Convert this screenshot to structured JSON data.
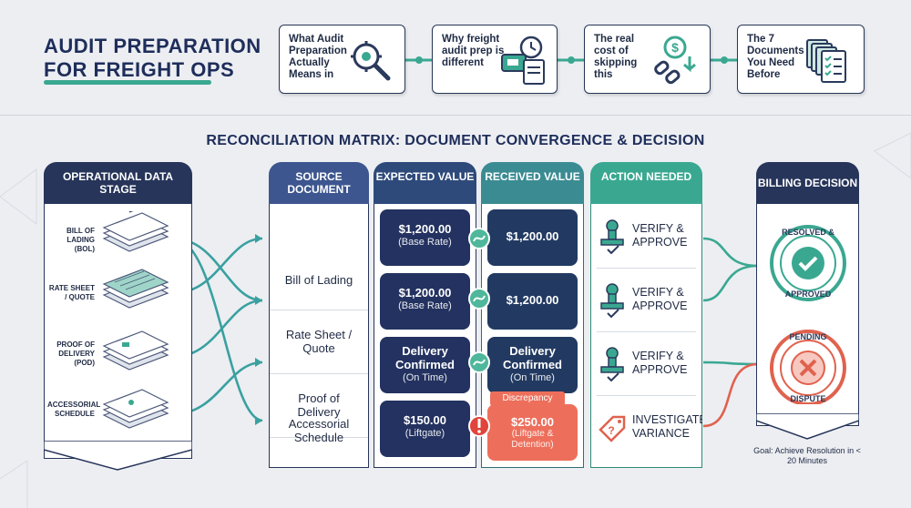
{
  "header": {
    "title": "AUDIT PREPARATION FOR FREIGHT OPS"
  },
  "topics": [
    {
      "text": "What Audit Preparation Actually Means in",
      "icon": "gear-magnifier-icon"
    },
    {
      "text": "Why freight audit prep is different",
      "icon": "truck-document-clock-icon"
    },
    {
      "text": "The real cost of skipping this",
      "icon": "money-broken-chain-icon"
    },
    {
      "text": "The 7 Documents You Need Before",
      "icon": "document-stack-icon"
    }
  ],
  "matrix_title": "RECONCILIATION MATRIX: DOCUMENT CONVERGENCE & DECISION",
  "columns": {
    "operational": "OPERATIONAL DATA STAGE",
    "source": "SOURCE DOCUMENT",
    "expected": "EXPECTED VALUE",
    "received": "RECEIVED VALUE",
    "action": "ACTION NEEDED",
    "billing": "BILLING DECISION"
  },
  "operational_items": [
    "BILL OF LADING (BOL)",
    "RATE SHEET / QUOTE",
    "PROOF OF DELIVERY (POD)",
    "ACCESSORIAL SCHEDULE"
  ],
  "rows": [
    {
      "source": "Bill of Lading",
      "expected_main": "$1,200.00",
      "expected_sub": "(Base Rate)",
      "received_main": "$1,200.00",
      "received_sub": "",
      "action": "VERIFY & APPROVE",
      "status": "match"
    },
    {
      "source": "Rate Sheet / Quote",
      "expected_main": "$1,200.00",
      "expected_sub": "(Base Rate)",
      "received_main": "$1,200.00",
      "received_sub": "",
      "action": "VERIFY & APPROVE",
      "status": "match"
    },
    {
      "source": "Proof of Delivery",
      "expected_main": "Delivery Confirmed",
      "expected_sub": "(On Time)",
      "received_main": "Delivery Confirmed",
      "received_sub": "(On Time)",
      "action": "VERIFY & APPROVE",
      "status": "match"
    },
    {
      "source": "Accessorial Schedule",
      "expected_main": "$150.00",
      "expected_sub": "(Liftgate)",
      "received_main": "$250.00",
      "received_sub": "(Liftgate & Detention)",
      "action": "INVESTIGATE VARIANCE",
      "status": "discrepancy"
    }
  ],
  "discrepancy_label": "Discrepancy",
  "decisions": {
    "approved_top": "RESOLVED &",
    "approved_bottom": "APPROVED",
    "dispute_top": "PENDING",
    "dispute_bottom": "DISPUTE"
  },
  "goal": "Goal: Achieve Resolution in < 20 Minutes",
  "colors": {
    "navy": "#233260",
    "teal": "#3aa891",
    "accent_red": "#ed6f5b",
    "header_blue": "#3d568f",
    "header_teal": "#3b8b92"
  }
}
